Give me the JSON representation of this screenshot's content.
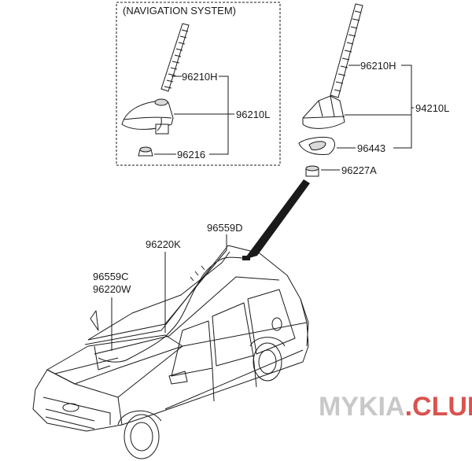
{
  "nav_box_title": "(NAVIGATION SYSTEM)",
  "labels": {
    "nav_rod": "96210H",
    "nav_assembly": "96210L",
    "nav_nut": "96216",
    "std_rod": "96210H",
    "std_assembly": "94210L",
    "std_pad": "96443",
    "std_nut": "96227A",
    "cable_roof": "96559D",
    "cable_k": "96220K",
    "cable_c": "96559C",
    "cable_w": "96220W"
  },
  "watermark": {
    "part1": "MYKIA",
    "part2": ".CLUB",
    "color1": "#c8c8c8",
    "color2": "#d9534f"
  }
}
